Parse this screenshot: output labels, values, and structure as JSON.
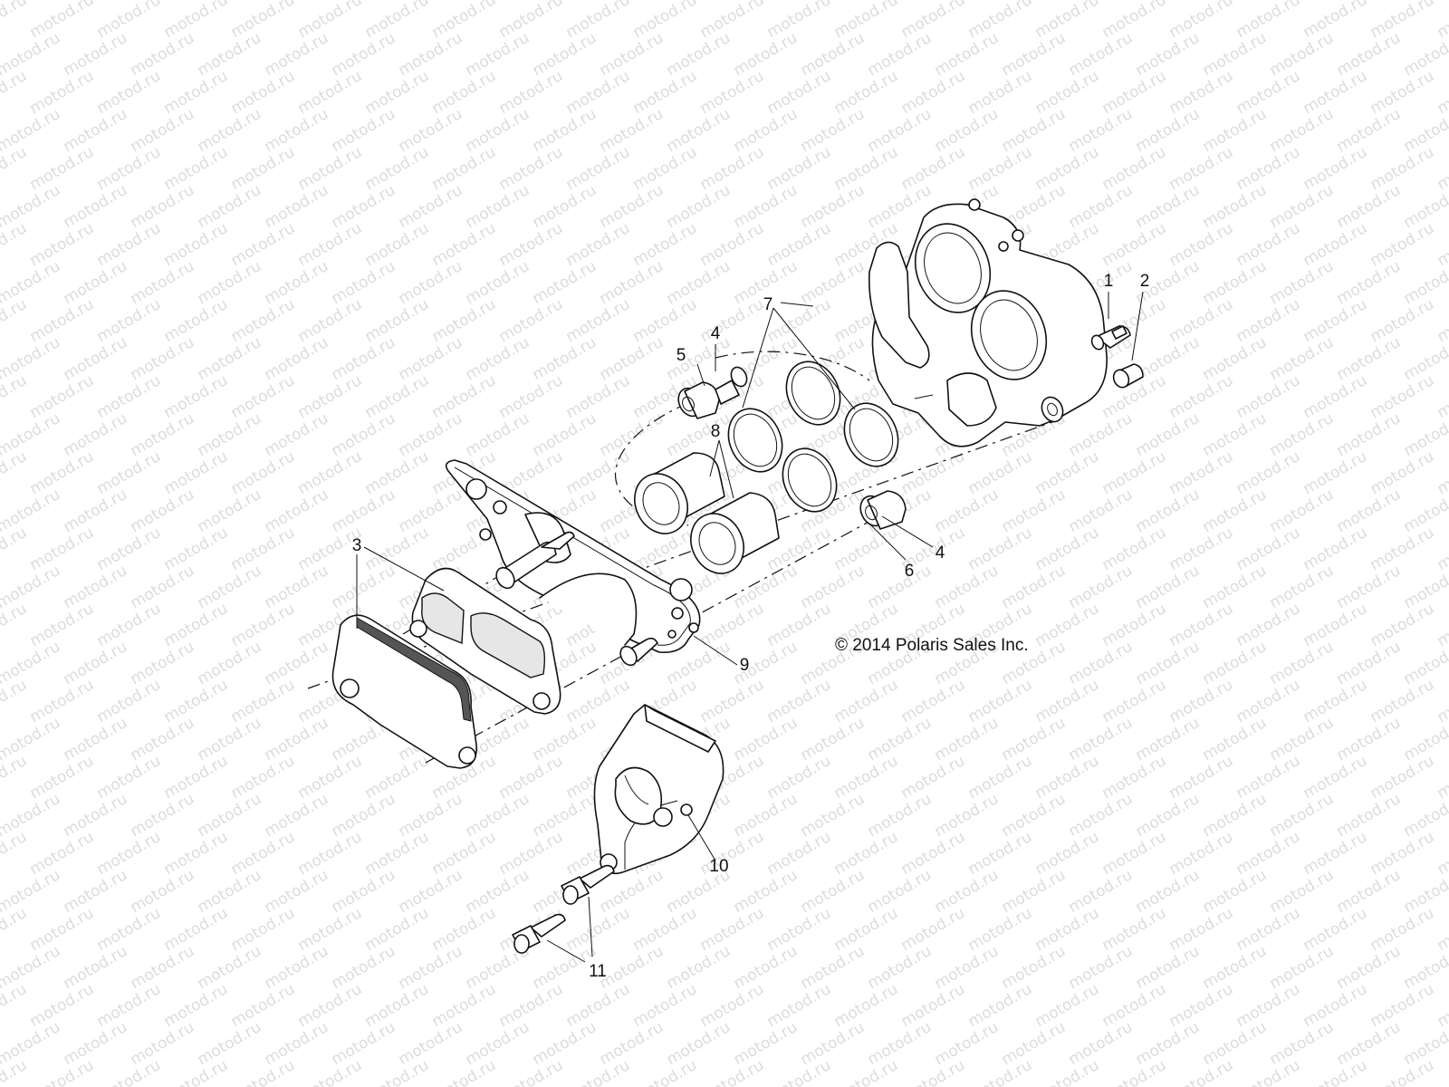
{
  "watermark": "motod.ru",
  "copyright": "© 2014 Polaris Sales Inc.",
  "callouts": [
    {
      "id": "c1",
      "label": "1"
    },
    {
      "id": "c2",
      "label": "2"
    },
    {
      "id": "c3",
      "label": "3"
    },
    {
      "id": "c4a",
      "label": "4"
    },
    {
      "id": "c4b",
      "label": "4"
    },
    {
      "id": "c5",
      "label": "5"
    },
    {
      "id": "c6",
      "label": "6"
    },
    {
      "id": "c7",
      "label": "7"
    },
    {
      "id": "c8",
      "label": "8"
    },
    {
      "id": "c9",
      "label": "9"
    },
    {
      "id": "c10",
      "label": "10"
    },
    {
      "id": "c11",
      "label": "11"
    }
  ],
  "parts": [
    {
      "key": "bleeder-screw",
      "callout": "1"
    },
    {
      "key": "bleeder-cap",
      "callout": "2"
    },
    {
      "key": "brake-pads",
      "callout": "3"
    },
    {
      "key": "slide-pin",
      "callout": "4"
    },
    {
      "key": "upper-boot",
      "callout": "5"
    },
    {
      "key": "lower-boot",
      "callout": "6"
    },
    {
      "key": "piston-seals",
      "callout": "7"
    },
    {
      "key": "pistons",
      "callout": "8"
    },
    {
      "key": "caliper-bracket",
      "callout": "9"
    },
    {
      "key": "mount-bracket",
      "callout": "10"
    },
    {
      "key": "mount-bolts",
      "callout": "11"
    }
  ]
}
